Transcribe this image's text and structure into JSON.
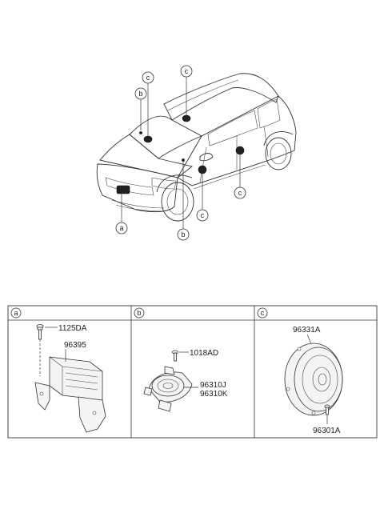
{
  "callouts": {
    "a": "a",
    "b": "b",
    "c": "c"
  },
  "panels": [
    {
      "letter": "a",
      "parts": [
        "1125DA",
        "96395"
      ]
    },
    {
      "letter": "b",
      "parts": [
        "1018AD",
        "96310J",
        "96310K"
      ]
    },
    {
      "letter": "c",
      "parts": [
        "96331A",
        "96301A"
      ]
    }
  ]
}
